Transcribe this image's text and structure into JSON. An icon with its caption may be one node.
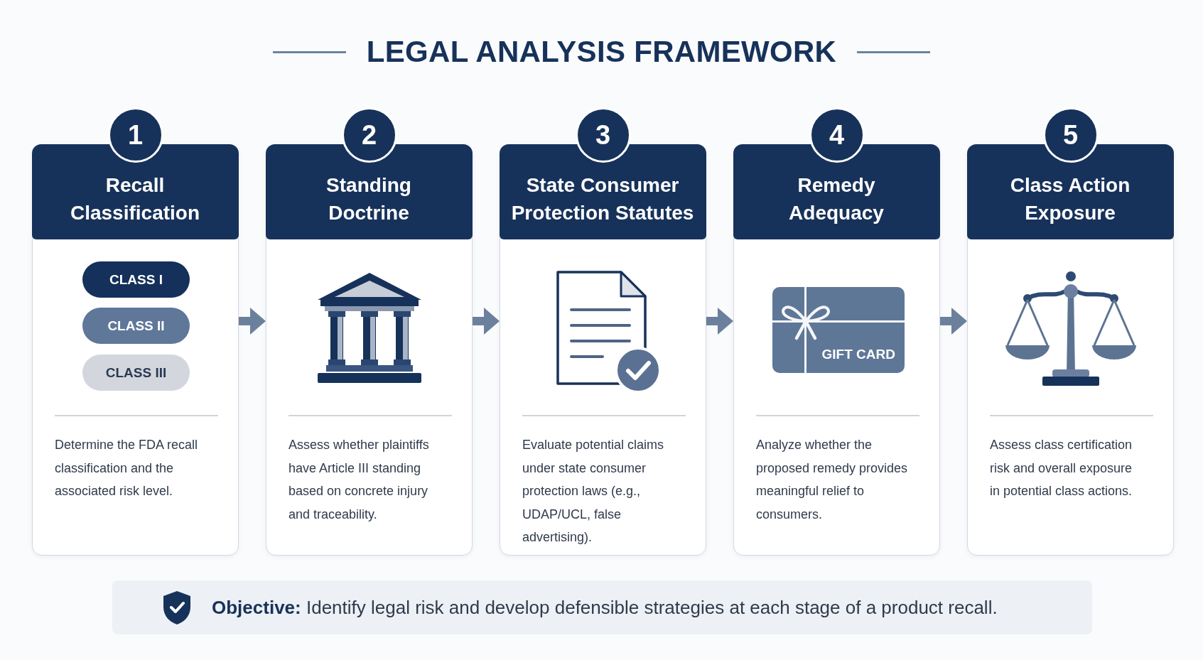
{
  "diagram": {
    "title": "LEGAL ANALYSIS FRAMEWORK",
    "nodes": [
      {
        "text": [
          "1"
        ]
      },
      {
        "text": [
          "Recall Classification",
          "Determine the FDA recall classification and the associated risk level."
        ]
      },
      {
        "text": [
          "CLASS I"
        ],
        "in": 1
      },
      {
        "text": [
          "CLASS II"
        ],
        "in": 1
      },
      {
        "text": [
          "CLASS III"
        ],
        "in": 1
      },
      {
        "text": [
          "2"
        ]
      },
      {
        "text": [
          "Standing Doctrine",
          "Assess whether plaintiffs have Article III standing based on concrete injury and traceability."
        ]
      },
      {
        "text": [
          "3"
        ]
      },
      {
        "text": [
          "State Consumer Protection Statutes",
          "Evaluate potential claims under state consumer protection laws (e.g., UDAP/UCL, false advertising)."
        ]
      },
      {
        "text": [
          "4"
        ]
      },
      {
        "text": [
          "Remedy Adequacy",
          "Analyze whether the proposed remedy provides meaningful relief to consumers."
        ]
      },
      {
        "text": [
          "GIFT CARD"
        ],
        "in": 10
      },
      {
        "text": [
          "5"
        ]
      },
      {
        "text": [
          "Class Action Exposure",
          "Assess class certification risk and overall exposure in potential class actions."
        ]
      },
      {
        "text": [
          "**Objective:** Identify legal risk and develop defensible strategies at each stage of a product recall."
        ]
      }
    ],
    "edges": [
      {
        "from": 1,
        "to": 6,
        "arrow": "to"
      },
      {
        "from": 6,
        "to": 8,
        "arrow": "to"
      },
      {
        "from": 8,
        "to": 10,
        "arrow": "to"
      },
      {
        "from": 10,
        "to": 13,
        "arrow": "to"
      }
    ]
  }
}
